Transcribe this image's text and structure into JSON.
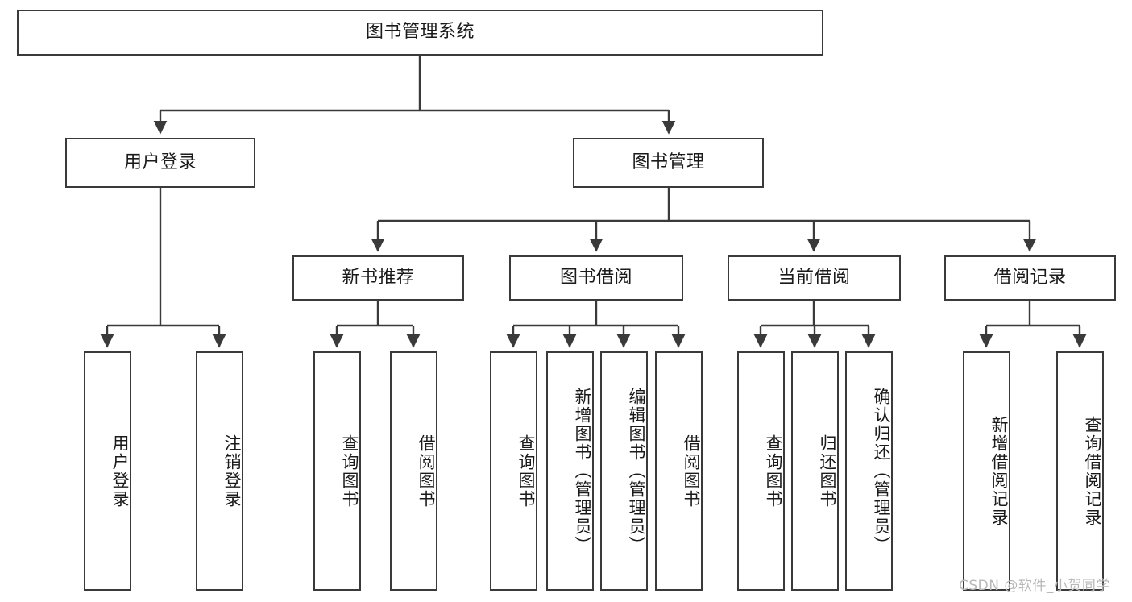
{
  "diagram": {
    "title": "图书管理系统",
    "type": "tree",
    "root": {
      "id": "root",
      "label": "图书管理系统"
    },
    "level2": [
      {
        "id": "user-login",
        "label": "用户登录"
      },
      {
        "id": "book-manage",
        "label": "图书管理"
      }
    ],
    "level3": [
      {
        "id": "new-book-rec",
        "label": "新书推荐",
        "parent": "book-manage"
      },
      {
        "id": "book-borrow",
        "label": "图书借阅",
        "parent": "book-manage"
      },
      {
        "id": "current-borrow",
        "label": "当前借阅",
        "parent": "book-manage"
      },
      {
        "id": "borrow-record",
        "label": "借阅记录",
        "parent": "book-manage"
      }
    ],
    "leaves": [
      {
        "id": "leaf-user-login",
        "label": "用户登录",
        "parent": "user-login"
      },
      {
        "id": "leaf-user-logout",
        "label": "注销登录",
        "parent": "user-login"
      },
      {
        "id": "leaf-query-book-1",
        "label": "查询图书",
        "parent": "new-book-rec"
      },
      {
        "id": "leaf-borrow-book-1",
        "label": "借阅图书",
        "parent": "new-book-rec"
      },
      {
        "id": "leaf-query-book-2",
        "label": "查询图书",
        "parent": "book-borrow"
      },
      {
        "id": "leaf-add-book",
        "label": "新增图书（管理员）",
        "parent": "book-borrow"
      },
      {
        "id": "leaf-edit-book",
        "label": "编辑图书（管理员）",
        "parent": "book-borrow"
      },
      {
        "id": "leaf-borrow-book-2",
        "label": "借阅图书",
        "parent": "book-borrow"
      },
      {
        "id": "leaf-query-book-3",
        "label": "查询图书",
        "parent": "current-borrow"
      },
      {
        "id": "leaf-return-book",
        "label": "归还图书",
        "parent": "current-borrow"
      },
      {
        "id": "leaf-confirm-return",
        "label": "确认归还（管理员）",
        "parent": "current-borrow"
      },
      {
        "id": "leaf-add-record",
        "label": "新增借阅记录",
        "parent": "borrow-record"
      },
      {
        "id": "leaf-query-record",
        "label": "查询借阅记录",
        "parent": "borrow-record"
      }
    ]
  },
  "watermark": {
    "text": "CSDN @软件_小贺同学"
  },
  "colors": {
    "border": "#3a3a3a",
    "background": "#ffffff",
    "text": "#1a1a1a",
    "watermark": "#b9b9b9"
  }
}
